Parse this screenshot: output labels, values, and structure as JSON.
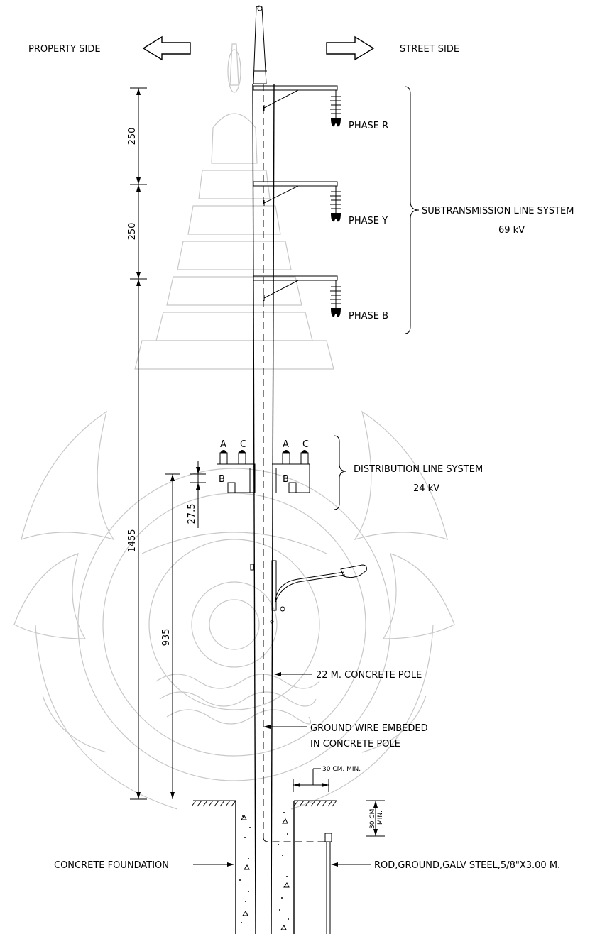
{
  "labels": {
    "property_side": "PROPERTY SIDE",
    "street_side": "STREET SIDE",
    "phase_r": "PHASE R",
    "phase_y": "PHASE Y",
    "phase_b": "PHASE B",
    "subtransmission": "SUBTRANSMISSION LINE SYSTEM",
    "subtransmission_kv": "69 kV",
    "distribution": "DISTRIBUTION LINE SYSTEM",
    "distribution_kv": "24 kV",
    "pole": "22 M. CONCRETE POLE",
    "ground_wire_1": "GROUND WIRE EMBEDED",
    "ground_wire_2": "IN CONCRETE POLE",
    "clearance_30cm": "30 CM. MIN.",
    "depth_30cm": "30 CM.",
    "depth_min": "MIN.",
    "foundation": "CONCRETE FOUNDATION",
    "ground_rod": "ROD,GROUND,GALV STEEL,5/8\"X3.00 M.",
    "phase_a_left": "A",
    "phase_c_left": "C",
    "phase_b_left": "B",
    "phase_a_right": "A",
    "phase_c_right": "C",
    "phase_b_right": "B"
  },
  "dimensions": {
    "d_250_top": "250",
    "d_250_mid": "250",
    "d_1455": "1455",
    "d_27_5": "27.5",
    "d_935": "935"
  },
  "colors": {
    "line": "#000000",
    "watermark": "#c8c8c8"
  }
}
